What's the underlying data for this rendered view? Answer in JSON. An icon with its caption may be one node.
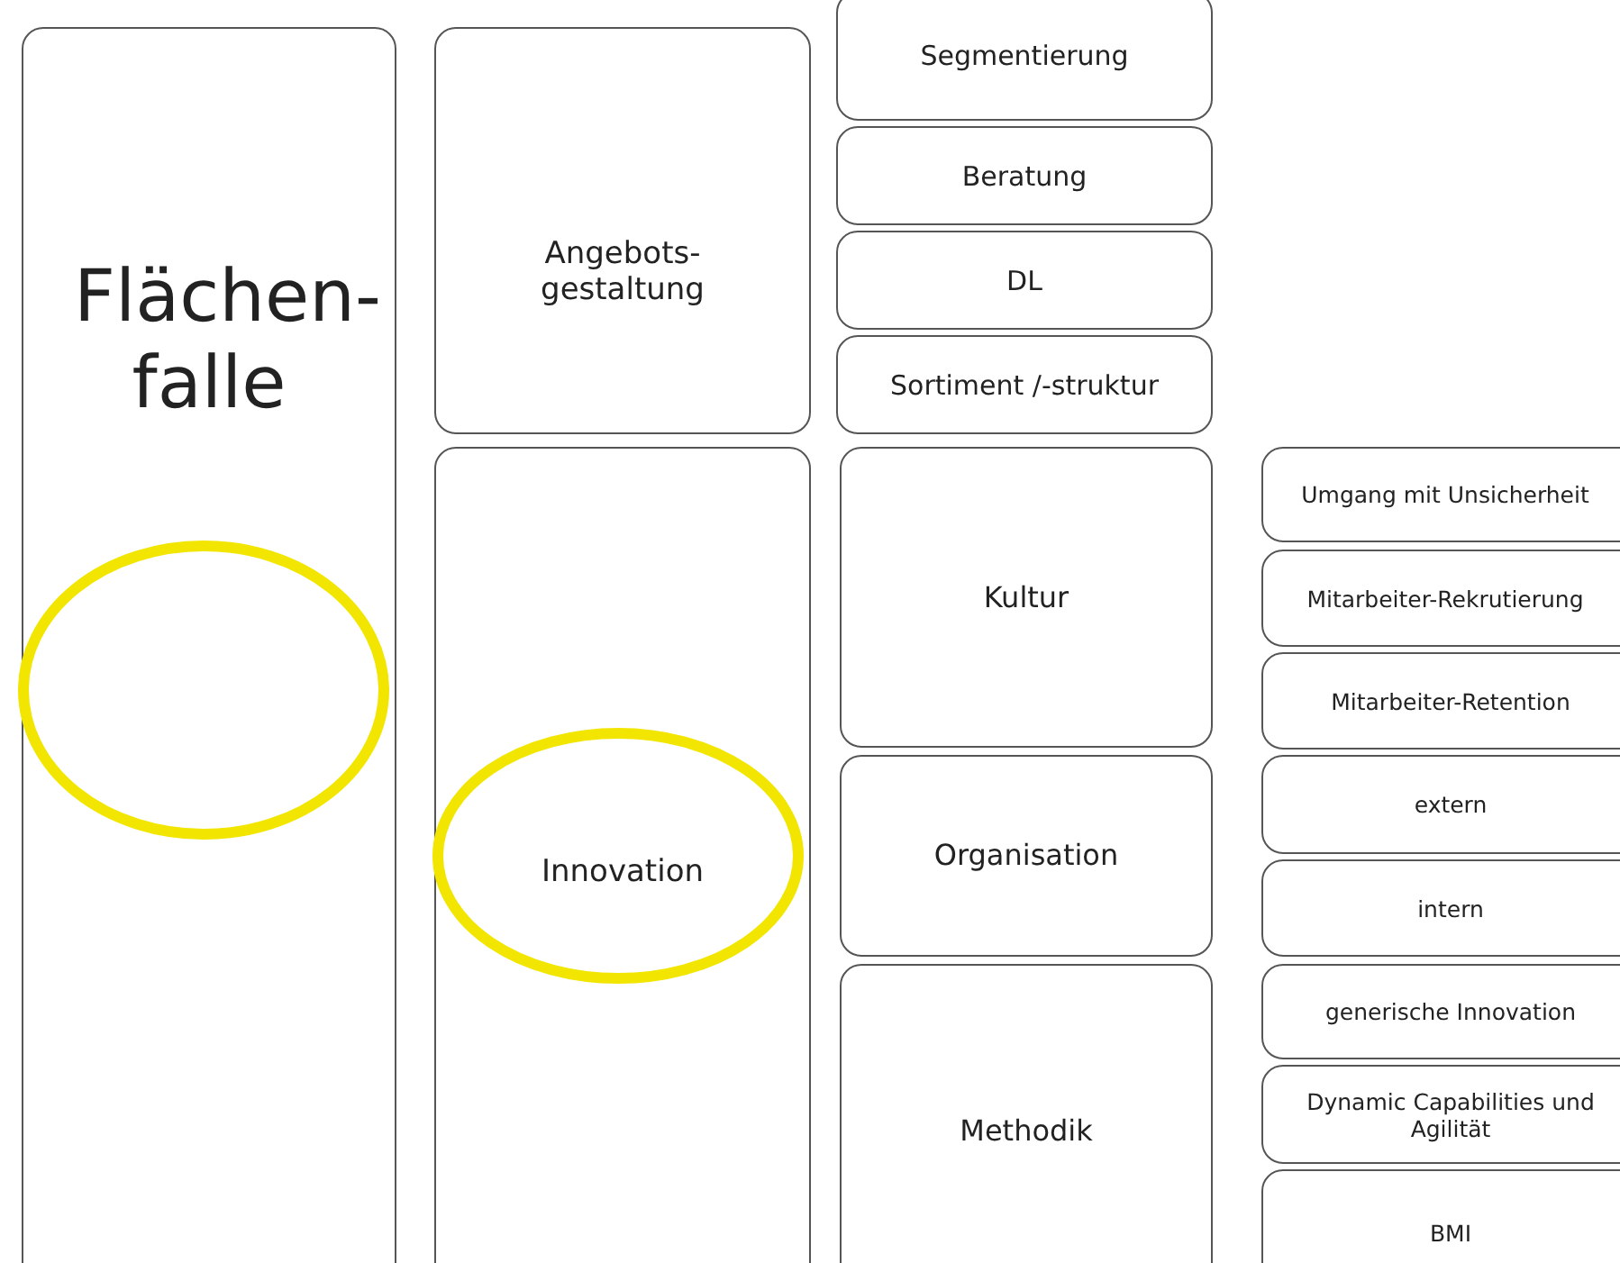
{
  "diagram": {
    "nodes": [
      {
        "text": [
          "Flächen- falle"
        ]
      },
      {
        "text": [
          "Angebots- gestaltung"
        ]
      },
      {
        "text": [
          "Innovation"
        ]
      },
      {
        "text": [
          "Segmentierung"
        ]
      },
      {
        "text": [
          "Beratung"
        ]
      },
      {
        "text": [
          "DL"
        ]
      },
      {
        "text": [
          "Sortiment /-struktur"
        ]
      },
      {
        "text": [
          "Kultur"
        ]
      },
      {
        "text": [
          "Organisation"
        ]
      },
      {
        "text": [
          "Methodik"
        ]
      },
      {
        "text": [
          "Umgang mit Unsicherheit"
        ]
      },
      {
        "text": [
          "Mitarbeiter-Rekrutierung"
        ]
      },
      {
        "text": [
          "Mitarbeiter-Retention"
        ]
      },
      {
        "text": [
          "extern"
        ]
      },
      {
        "text": [
          "intern"
        ]
      },
      {
        "text": [
          "generische Innovation"
        ]
      },
      {
        "text": [
          "Dynamic Capabilities und Agilität"
        ]
      },
      {
        "text": [
          "BMI"
        ]
      }
    ],
    "edges": []
  }
}
